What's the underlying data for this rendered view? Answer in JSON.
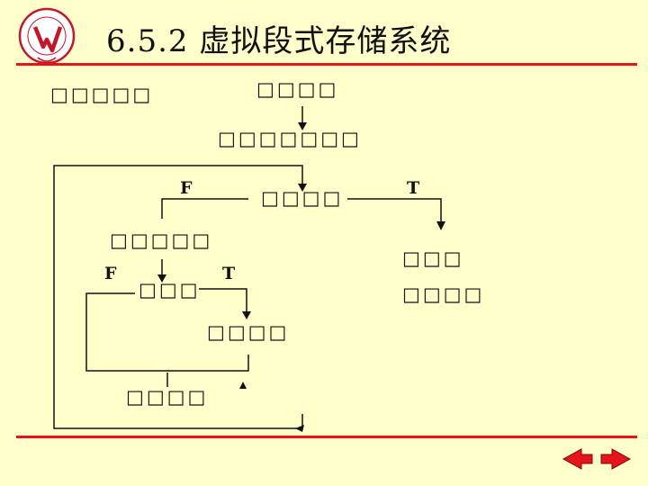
{
  "title": "6.5.2 虚拟段式存储系统",
  "side_note": "□□□□□",
  "nodes": {
    "start": "□□□□",
    "lookup": "□□□□□□□",
    "check1": "□□□□",
    "fault": "□□□□□",
    "check2": "□□□",
    "result1": "□□□",
    "result2": "□□□□",
    "exec": "□□□□",
    "bottom": "□□□□"
  },
  "branch_labels": {
    "check1_false": "F",
    "check1_true": "T",
    "check2_false": "F",
    "check2_true": "T"
  },
  "colors": {
    "rule": "#e8141c",
    "nav": "#e8141c",
    "background": "#ffffcc"
  },
  "nav": {
    "prev_icon": "arrow-left-icon",
    "next_icon": "arrow-right-icon"
  }
}
